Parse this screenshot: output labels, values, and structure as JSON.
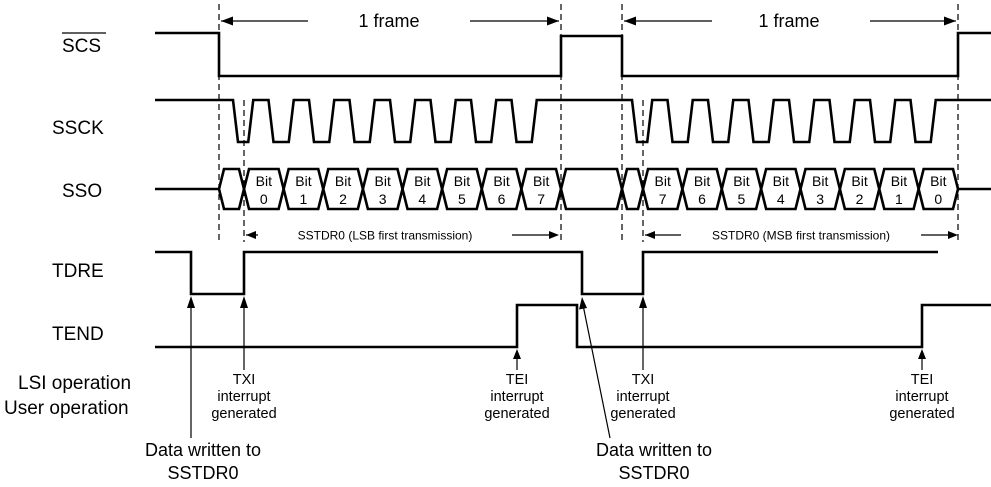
{
  "signals": {
    "scs": "SCS",
    "ssck": "SSCK",
    "sso": "SSO",
    "tdre": "TDRE",
    "tend": "TEND"
  },
  "frame_label": "1 frame",
  "sstdr_lsb": "SSTDR0 (LSB first transmission)",
  "sstdr_msb": "SSTDR0 (MSB first transmission)",
  "bit_word": "Bit",
  "bits_lsb": [
    "0",
    "1",
    "2",
    "3",
    "4",
    "5",
    "6",
    "7"
  ],
  "bits_msb": [
    "7",
    "6",
    "5",
    "4",
    "3",
    "2",
    "1",
    "0"
  ],
  "side_labels": {
    "lsi": "LSI operation",
    "user": "User operation"
  },
  "txi": [
    "TXI",
    "interrupt",
    "generated"
  ],
  "tei": [
    "TEI",
    "interrupt",
    "generated"
  ],
  "data_written": [
    "Data written to",
    "SSTDR0"
  ]
}
